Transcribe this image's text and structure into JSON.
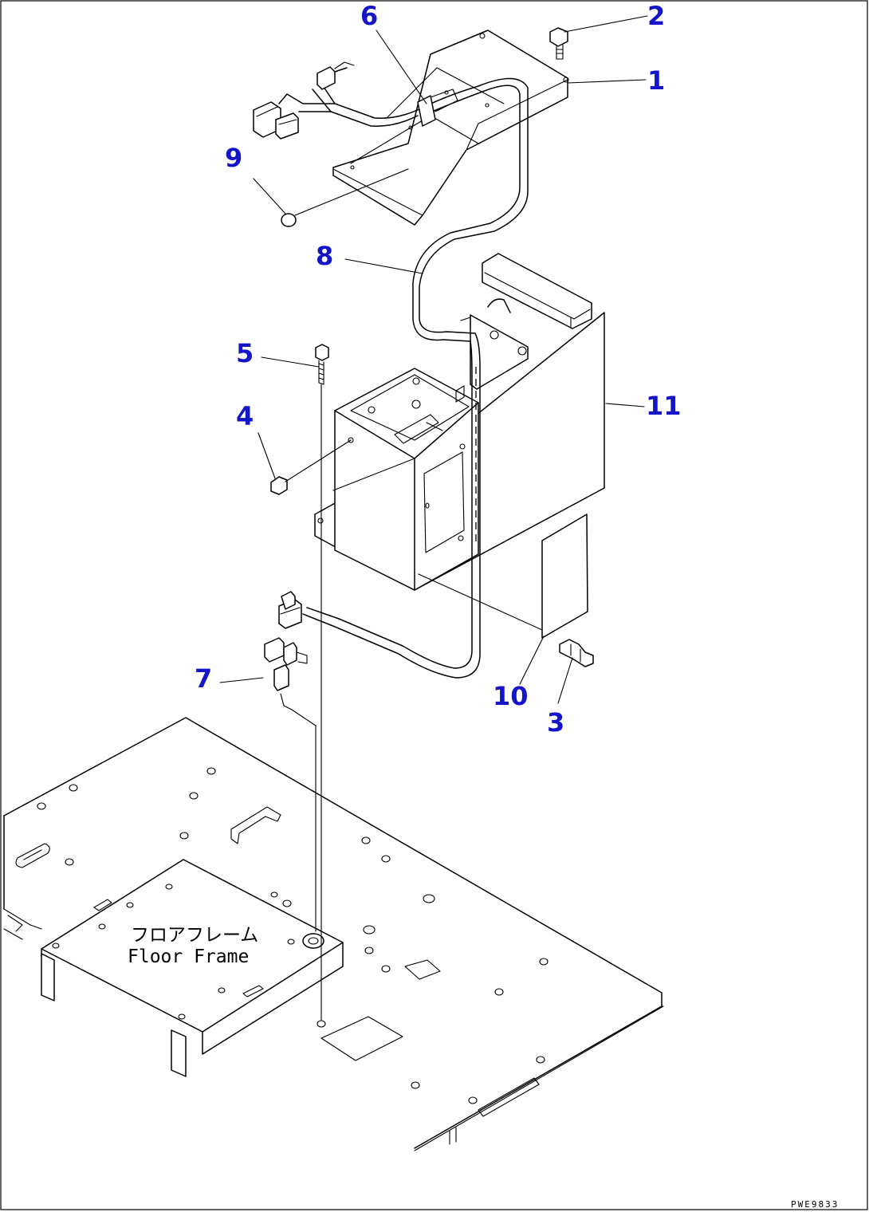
{
  "callouts": [
    {
      "id": "1",
      "label": "1"
    },
    {
      "id": "2",
      "label": "2"
    },
    {
      "id": "3",
      "label": "3"
    },
    {
      "id": "4",
      "label": "4"
    },
    {
      "id": "5",
      "label": "5"
    },
    {
      "id": "6",
      "label": "6"
    },
    {
      "id": "7",
      "label": "7"
    },
    {
      "id": "8",
      "label": "8"
    },
    {
      "id": "9",
      "label": "9"
    },
    {
      "id": "10",
      "label": "10"
    },
    {
      "id": "11",
      "label": "11"
    }
  ],
  "floor_frame": {
    "label_jp": "フロアフレーム",
    "label_en": "Floor Frame"
  },
  "drawing_code": "PWE9833",
  "colors": {
    "callout": "#1414c8",
    "line": "#000000",
    "background": "#ffffff"
  }
}
